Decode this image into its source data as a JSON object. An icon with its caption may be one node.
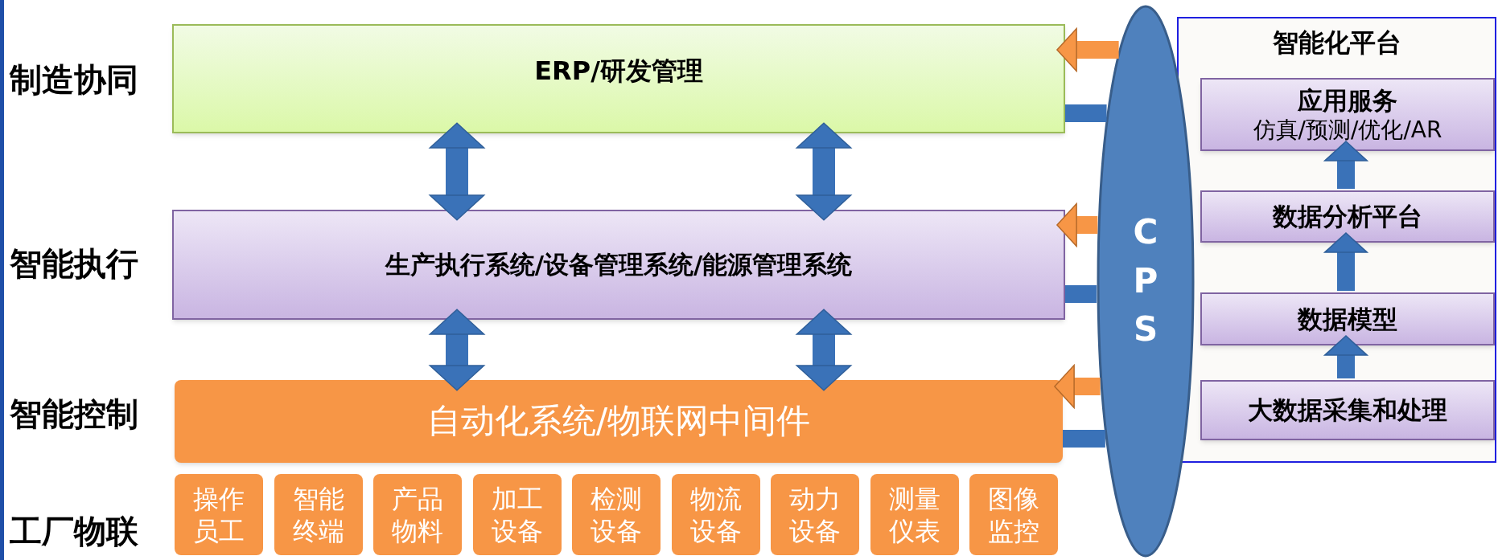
{
  "diagram": {
    "nodes": [
      {
        "text": [
          "ERP/研发管理"
        ]
      },
      {
        "text": [
          "生产执行系统/设备管理系统/能源管理系统"
        ]
      },
      {
        "text": [
          "自动化系统/物联网中间件"
        ]
      },
      {
        "text": [
          "操作员工"
        ]
      },
      {
        "text": [
          "智能终端"
        ]
      },
      {
        "text": [
          "产品物料"
        ]
      },
      {
        "text": [
          "加工设备"
        ]
      },
      {
        "text": [
          "检测设备"
        ]
      },
      {
        "text": [
          "物流设备"
        ]
      },
      {
        "text": [
          "动力设备"
        ]
      },
      {
        "text": [
          "测量仪表"
        ]
      },
      {
        "text": [
          "图像监控"
        ]
      },
      {
        "text": [
          "CPS"
        ]
      },
      {
        "text": [
          "智能化平台"
        ]
      },
      {
        "text": [
          "应用服务",
          "仿真/预测/优化/AR"
        ],
        "in": 13
      },
      {
        "text": [
          "数据分析平台"
        ],
        "in": 13
      },
      {
        "text": [
          "数据模型"
        ],
        "in": 13
      },
      {
        "text": [
          "大数据采集和处理"
        ],
        "in": 13
      }
    ],
    "edges": [
      {
        "from": 0,
        "to": 1,
        "arrow": "both"
      },
      {
        "from": 0,
        "to": 1,
        "arrow": "both"
      },
      {
        "from": 1,
        "to": 2,
        "arrow": "both"
      },
      {
        "from": 1,
        "to": 2,
        "arrow": "both"
      },
      {
        "from": 17,
        "to": 16,
        "arrow": "to"
      },
      {
        "from": 16,
        "to": 15,
        "arrow": "to"
      },
      {
        "from": 15,
        "to": 14,
        "arrow": "to"
      },
      {
        "from": 12,
        "to": 0,
        "arrow": "to",
        "color": "#f79646"
      },
      {
        "from": 0,
        "to": 12,
        "arrow": "none"
      },
      {
        "from": 12,
        "to": 1,
        "arrow": "to",
        "color": "#f79646"
      },
      {
        "from": 1,
        "to": 12,
        "arrow": "none"
      },
      {
        "from": 12,
        "to": 2,
        "arrow": "to",
        "color": "#f79646"
      },
      {
        "from": 2,
        "to": 12,
        "arrow": "none"
      }
    ],
    "labels": [
      "制造协同",
      "智能执行",
      "智能控制",
      "工厂物联"
    ]
  }
}
